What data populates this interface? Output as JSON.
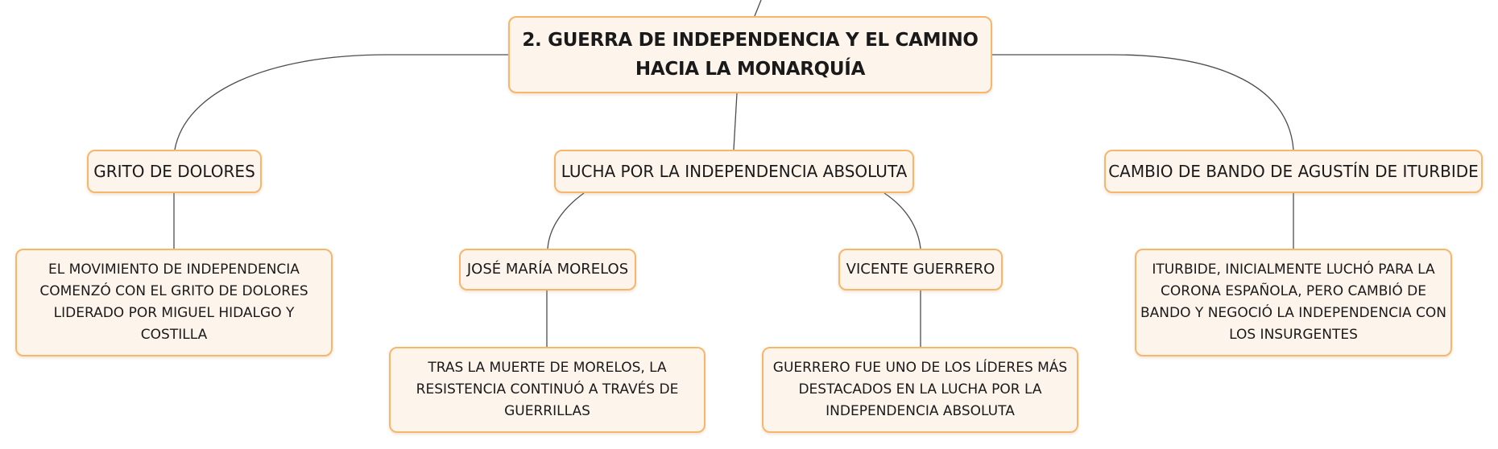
{
  "map": {
    "root": {
      "title": "2. GUERRA DE INDEPENDENCIA Y EL CAMINO HACIA LA MONARQUÍA"
    },
    "branches": {
      "grito": {
        "label": "GRITO DE DOLORES",
        "description": "EL MOVIMIENTO DE INDEPENDENCIA COMENZÓ CON EL GRITO DE DOLORES LIDERADO POR MIGUEL HIDALGO Y COSTILLA"
      },
      "lucha": {
        "label": "LUCHA POR LA INDEPENDENCIA ABSOLUTA",
        "children": {
          "morelos": {
            "label": "JOSÉ MARÍA MORELOS",
            "description": "TRAS LA MUERTE DE MORELOS, LA RESISTENCIA CONTINUÓ A TRAVÉS DE GUERRILLAS"
          },
          "guerrero": {
            "label": "VICENTE GUERRERO",
            "description": "GUERRERO FUE UNO DE LOS LÍDERES MÁS DESTACADOS EN LA LUCHA POR LA INDEPENDENCIA ABSOLUTA"
          }
        }
      },
      "cambio": {
        "label": "CAMBIO DE BANDO DE AGUSTÍN DE ITURBIDE",
        "description": "ITURBIDE, INICIALMENTE LUCHÓ PARA LA CORONA ESPAÑOLA, PERO CAMBIÓ DE BANDO Y NEGOCIÓ LA INDEPENDENCIA CON LOS INSURGENTES"
      }
    }
  },
  "colors": {
    "node_fill": "#fdf4ec",
    "node_border": "#f7b66a",
    "connector": "#4d4d4d",
    "text": "#1a1a1a"
  }
}
